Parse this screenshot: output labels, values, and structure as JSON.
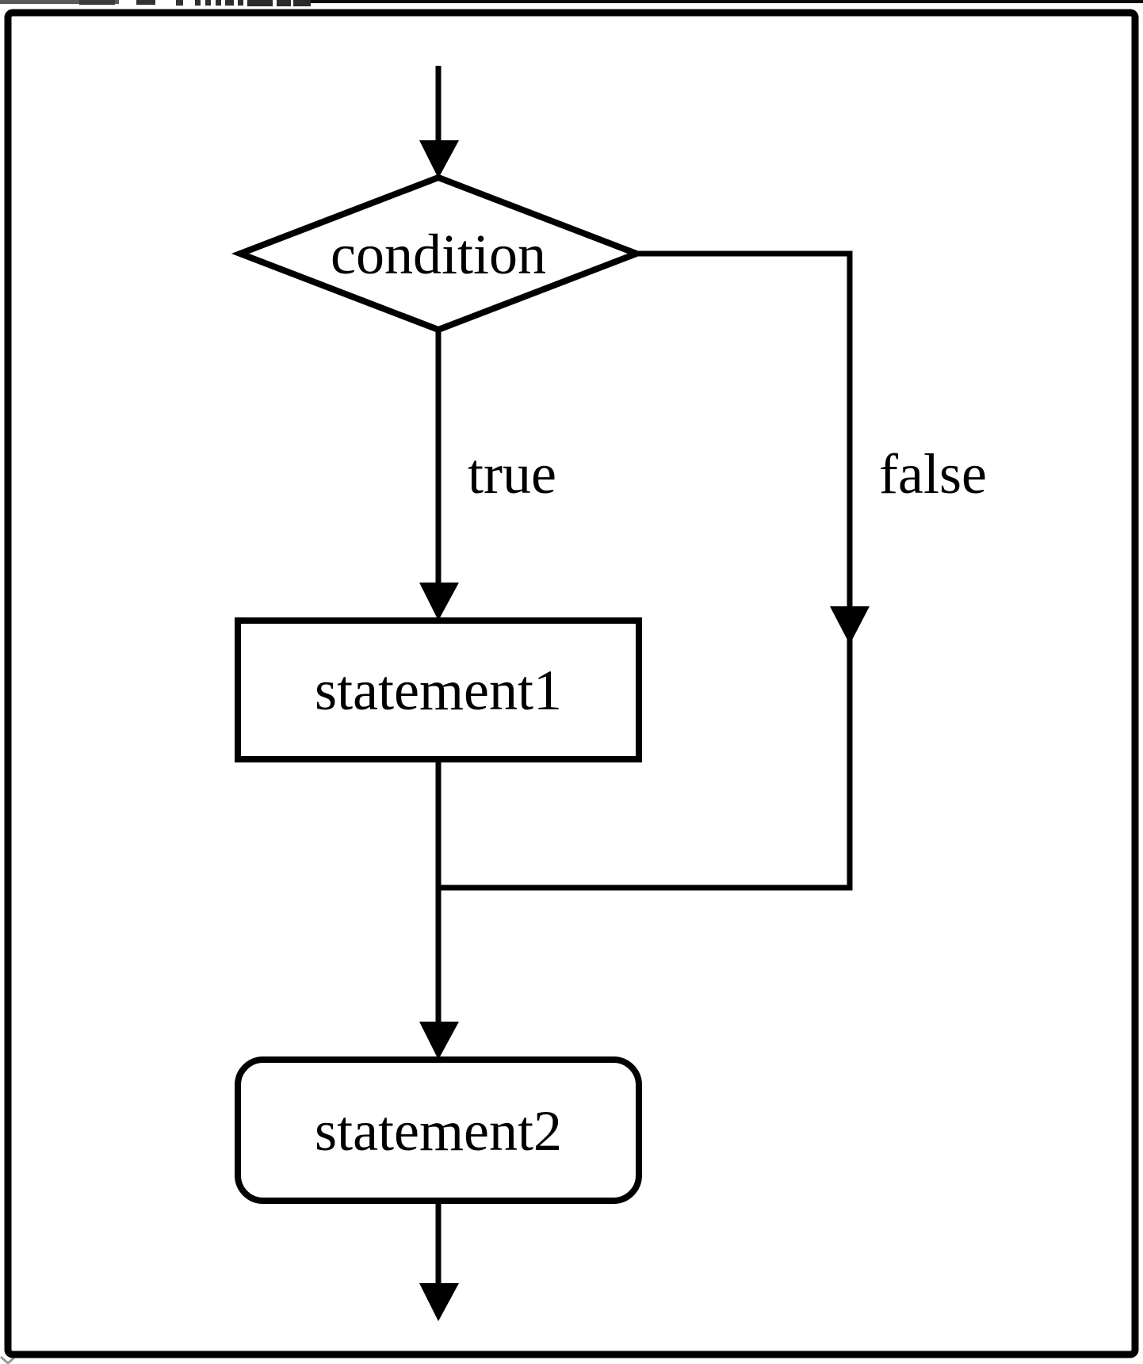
{
  "figure": {
    "type": "flowchart",
    "colors": {
      "line": "#000000",
      "background": "#ffffff",
      "artifact_gray": "#5a5a5a",
      "artifact_dark": "#2e2e2e"
    },
    "nodes": [
      {
        "id": "condition",
        "shape": "diamond",
        "label": "condition"
      },
      {
        "id": "statement1",
        "shape": "rectangle",
        "label": "statement1"
      },
      {
        "id": "statement2",
        "shape": "rounded-rectangle",
        "label": "statement2"
      }
    ],
    "edges": [
      {
        "from": "entry",
        "to": "condition",
        "label": ""
      },
      {
        "from": "condition",
        "to": "statement1",
        "label": "true"
      },
      {
        "from": "condition",
        "to": "merge",
        "label": "false"
      },
      {
        "from": "statement1",
        "to": "merge",
        "label": ""
      },
      {
        "from": "merge",
        "to": "statement2",
        "label": ""
      },
      {
        "from": "statement2",
        "to": "exit",
        "label": ""
      }
    ]
  }
}
